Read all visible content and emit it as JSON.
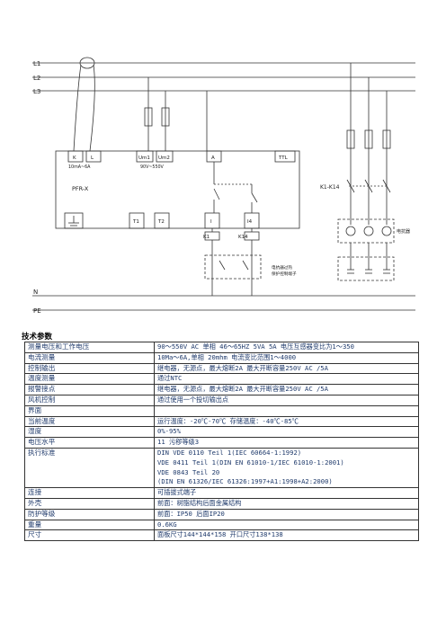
{
  "diagram": {
    "bus_labels": [
      "L1",
      "L2",
      "L3",
      "N",
      "PE"
    ],
    "controller_name": "PFR-X",
    "top_terminals": [
      "K",
      "L",
      "Um1",
      "Um2",
      "A",
      "TTL"
    ],
    "bottom_terminals": [
      "T1",
      "T2",
      "I",
      "I4"
    ],
    "note_ct": "10mA~6A",
    "note_voltage": "90V~550V",
    "relay_labels": [
      "K1",
      "K14"
    ],
    "contactor_label": "K1-K14",
    "capacitor_label": "电抗器",
    "reactor_note_line1": "电抗器过热",
    "reactor_note_line2": "保护控制端子"
  },
  "spec": {
    "title": "技术参数",
    "rows": [
      {
        "key": "测量电压和工作电压",
        "value": [
          "90～550V AC 单相 46～65HZ 5VA 5A 电压互感器变比为1～350"
        ]
      },
      {
        "key": "电流测量",
        "value": [
          "10Ma～6A,单相 20mhm 电流变比范围1～4000"
        ]
      },
      {
        "key": "控制输出",
        "value": [
          "继电器，无源点，最大熔断2A 最大开断容量250V AC /5A"
        ]
      },
      {
        "key": "温度测量",
        "value": [
          "通过NTC"
        ]
      },
      {
        "key": "报警接点",
        "value": [
          "继电器，无源点，最大熔断2A 最大开断容量250V AC /5A"
        ]
      },
      {
        "key": "风机控制",
        "value": [
          "通过使用一个投切输出点"
        ]
      },
      {
        "key": "界面",
        "value": [
          ""
        ]
      },
      {
        "key": "当前温度",
        "value": [
          "运行温度：-20℃-70℃ 存储温度：-40℃-85℃"
        ]
      },
      {
        "key": "湿度",
        "value": [
          "0%-95%"
        ]
      },
      {
        "key": "电压水平",
        "value": [
          "11 污秽等级3"
        ]
      },
      {
        "key": "执行标准",
        "value": [
          "DIN VDE 0110 Teil 1(IEC 60664-1:1992)",
          "VDE 0411 Teil 1(DIN EN 61010-1/IEC 61010-1:2001)",
          "VDE 0843 Teil 20",
          "(DIN EN 61326/IEC 61326:1997+A1:1998+A2:2000)"
        ]
      },
      {
        "key": "连接",
        "value": [
          "可插拔式端子"
        ]
      },
      {
        "key": "外壳",
        "value": [
          "前面：树脂结构后面金属结构"
        ]
      },
      {
        "key": "防护等级",
        "value": [
          "前面：IP50 后面IP20"
        ]
      },
      {
        "key": "重量",
        "value": [
          "0.6KG"
        ]
      },
      {
        "key": "尺寸",
        "value": [
          "面板尺寸144*144*158 开口尺寸138*138"
        ]
      }
    ]
  }
}
